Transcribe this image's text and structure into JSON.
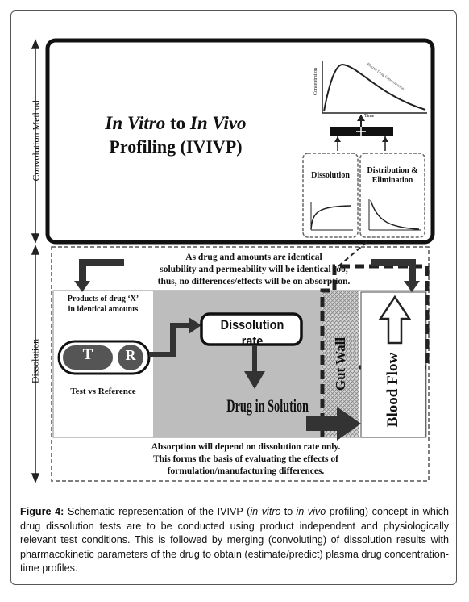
{
  "side_labels": {
    "convolution": "Convolution Method",
    "dissolution": "Dissolution"
  },
  "title": {
    "line1_part1": "In Vitro",
    "line1_to": "to",
    "line1_part2": "In Vivo",
    "line2": "Profiling (IVIVP)"
  },
  "mini_chart": {
    "ylabel": "Concentration",
    "xlabel": "Time",
    "curve_label": "Plasma Drug Concentration"
  },
  "boxes": {
    "dissolution": "Dissolution",
    "distribution_line1": "Distribution &",
    "distribution_line2": "Elimination"
  },
  "notes": {
    "top_line1": "As drug and amounts are identical",
    "top_line2": "solubility and permeability will be identical too,",
    "top_line3": "thus, no differences/effects will be on absorption.",
    "bottom_line1": "Absorption will depend on dissolution rate only.",
    "bottom_line2": "This forms the basis of evaluating the effects of",
    "bottom_line3": "formulation/manufacturing differences."
  },
  "products": {
    "line1": "Products of drug ‘X’",
    "line2": "in identical amounts"
  },
  "pill": {
    "t": "T",
    "r": "R",
    "caption": "Test vs Reference"
  },
  "flow": {
    "dissolution_rate": "Dissolution rate",
    "drug_in_solution": "Drug in Solution",
    "gut_wall": "Gut Wall",
    "blood_flow": "Blood Flow"
  },
  "caption": {
    "fig": "Figure 4:",
    "p1": " Schematic representation of the IVIVP (",
    "italic": "in vitro",
    "p2": "-to-",
    "italic2": "in vivo",
    "p3": " profiling) concept in which drug dissolution tests are to be conducted using product independent and physiologically relevant test conditions. This is followed by merging (convoluting) of dissolution results with pharmacokinetic parameters of the drug to obtain (estimate/predict) plasma drug concentration-time profiles."
  }
}
